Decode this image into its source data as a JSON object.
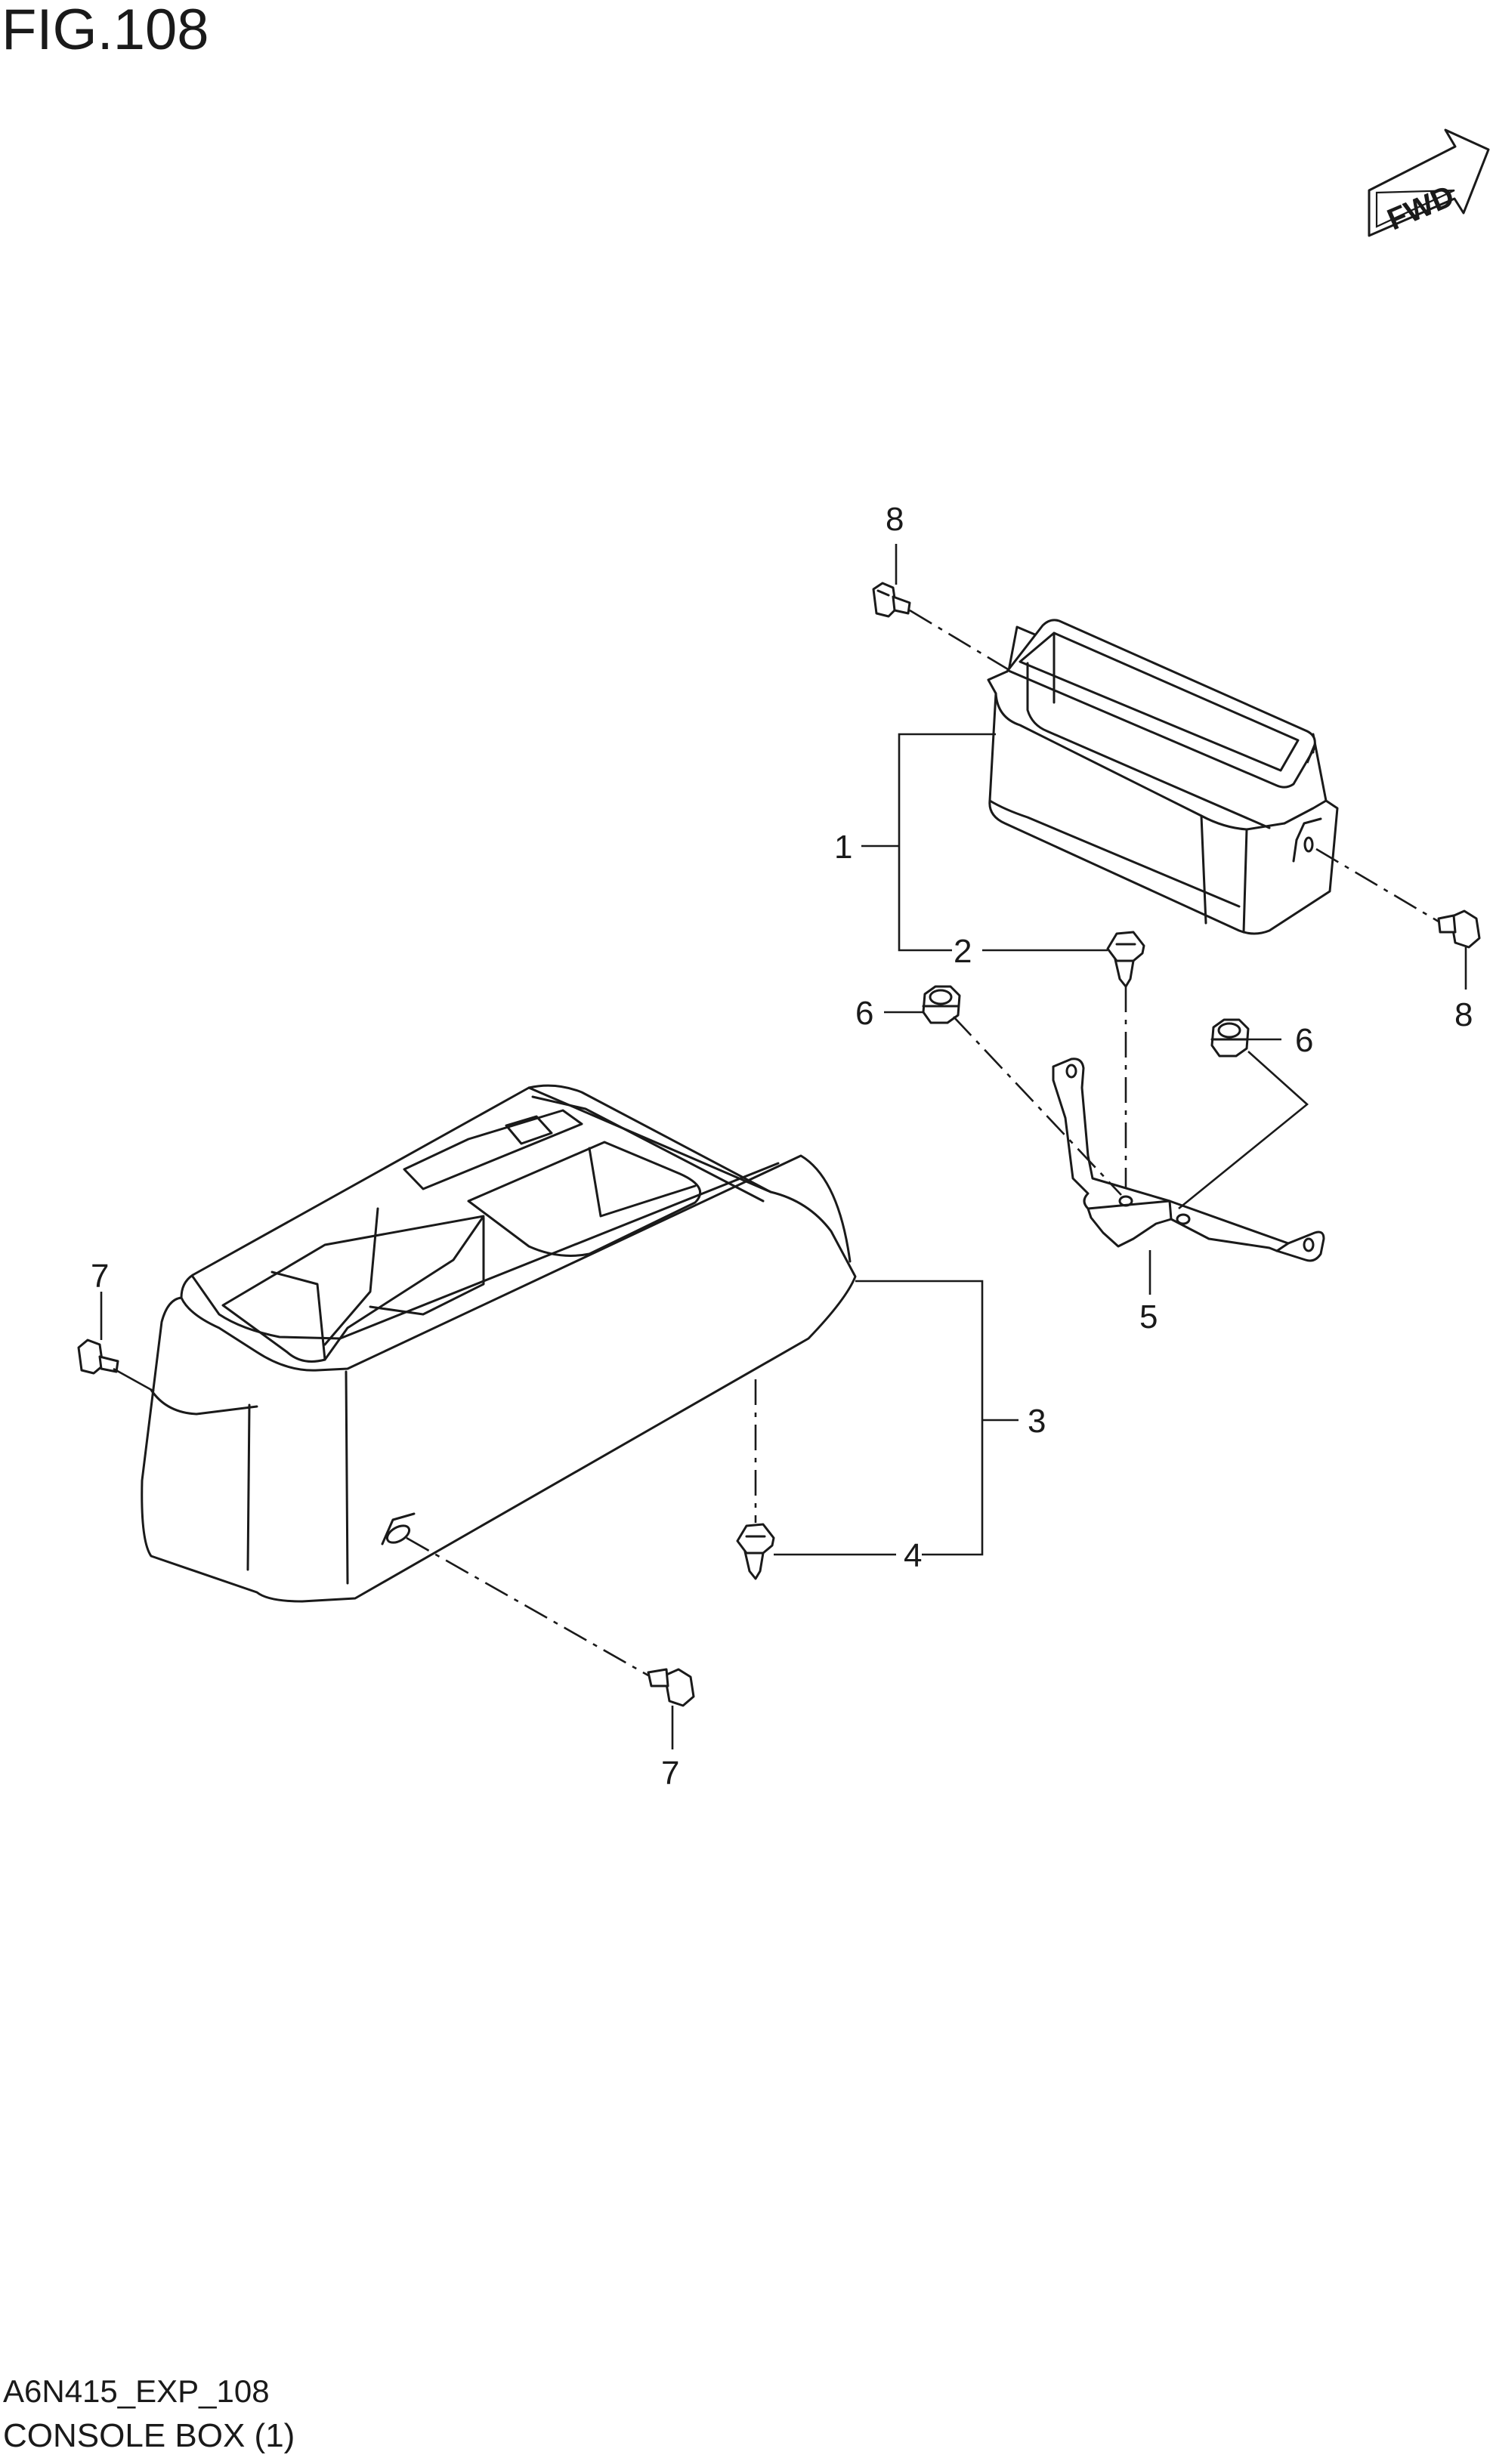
{
  "figure": {
    "title": "FIG.108",
    "code": "A6N415_EXP_108",
    "caption": "CONSOLE BOX (1)",
    "direction_indicator": "FWD"
  },
  "callouts": [
    {
      "id": "c1a",
      "label": "1"
    },
    {
      "id": "c2",
      "label": "2"
    },
    {
      "id": "c3",
      "label": "3"
    },
    {
      "id": "c4",
      "label": "4"
    },
    {
      "id": "c5",
      "label": "5"
    },
    {
      "id": "c6a",
      "label": "6"
    },
    {
      "id": "c6b",
      "label": "6"
    },
    {
      "id": "c7a",
      "label": "7"
    },
    {
      "id": "c7b",
      "label": "7"
    },
    {
      "id": "c8a",
      "label": "8"
    },
    {
      "id": "c8b",
      "label": "8"
    }
  ]
}
